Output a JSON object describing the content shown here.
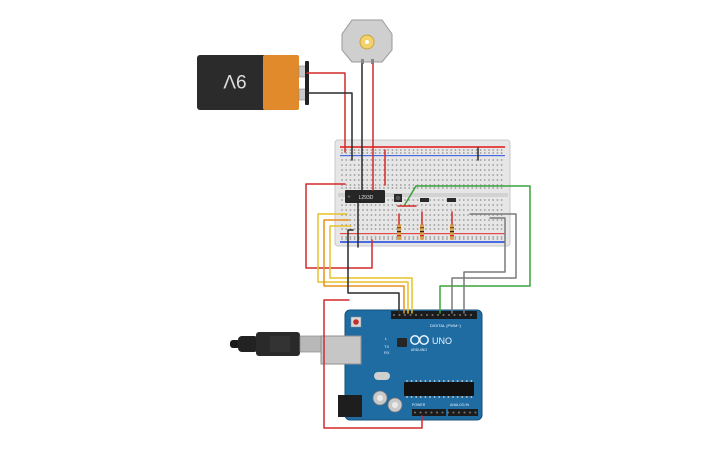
{
  "battery": {
    "label": "9V",
    "body_color": "#2b2b2b",
    "cap_color": "#e08a2c"
  },
  "ic": {
    "label": "L293D"
  },
  "arduino": {
    "model": "UNO",
    "brand": "ARDUINO",
    "digital_label": "DIGITAL (PWM~)",
    "power_label": "POWER",
    "analog_label": "ANALOG IN",
    "board_color": "#1f6ca3"
  },
  "wire_colors": {
    "red": "#d42a2a",
    "black": "#2a2a2a",
    "green": "#3aa23a",
    "orange": "#e8901c",
    "yellow": "#e6c229",
    "gray": "#7a7a7a"
  }
}
